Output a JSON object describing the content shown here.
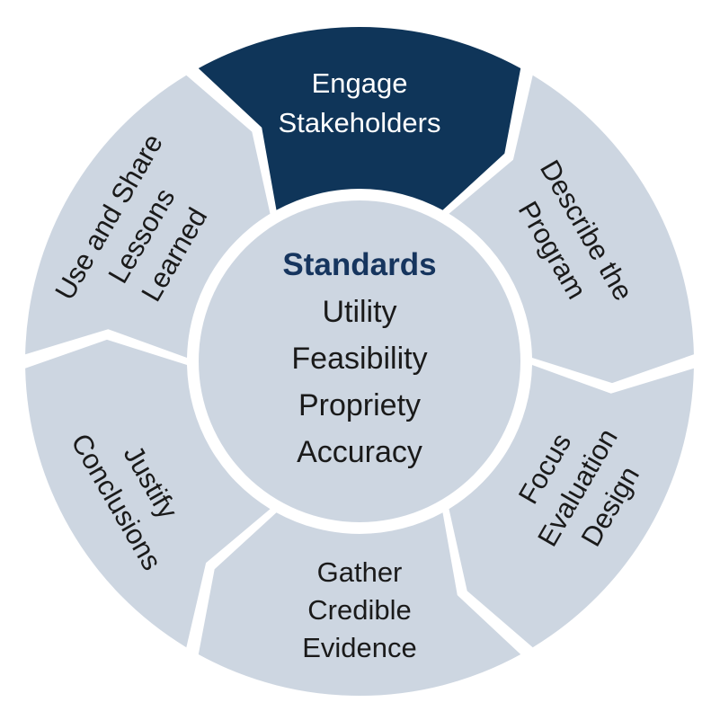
{
  "diagram": {
    "segments": [
      {
        "name": "engage-stakeholders",
        "lines": [
          "Engage",
          "Stakeholders"
        ],
        "highlighted": true
      },
      {
        "name": "describe-the-program",
        "lines": [
          "Describe the",
          "Program"
        ],
        "highlighted": false
      },
      {
        "name": "focus-evaluation-design",
        "lines": [
          "Focus",
          "Evaluation",
          "Design"
        ],
        "highlighted": false
      },
      {
        "name": "gather-credible-evidence",
        "lines": [
          "Gather",
          "Credible",
          "Evidence"
        ],
        "highlighted": false
      },
      {
        "name": "justify-conclusions",
        "lines": [
          "Justify",
          "Conclusions"
        ],
        "highlighted": false
      },
      {
        "name": "use-and-share-lessons-learned",
        "lines": [
          "Use and Share",
          "Lessons",
          "Learned"
        ],
        "highlighted": false
      }
    ],
    "center": {
      "heading": "Standards",
      "standards": [
        "Utility",
        "Feasibility",
        "Propriety",
        "Accuracy"
      ]
    },
    "colors": {
      "highlight_segment": "#0f3559",
      "segment": "#cdd6e1",
      "center_circle": "#cdd6e1",
      "heading_text": "#16355e",
      "label_text": "#1a1a1a",
      "highlight_label_text": "#ffffff",
      "background": "#ffffff"
    }
  }
}
